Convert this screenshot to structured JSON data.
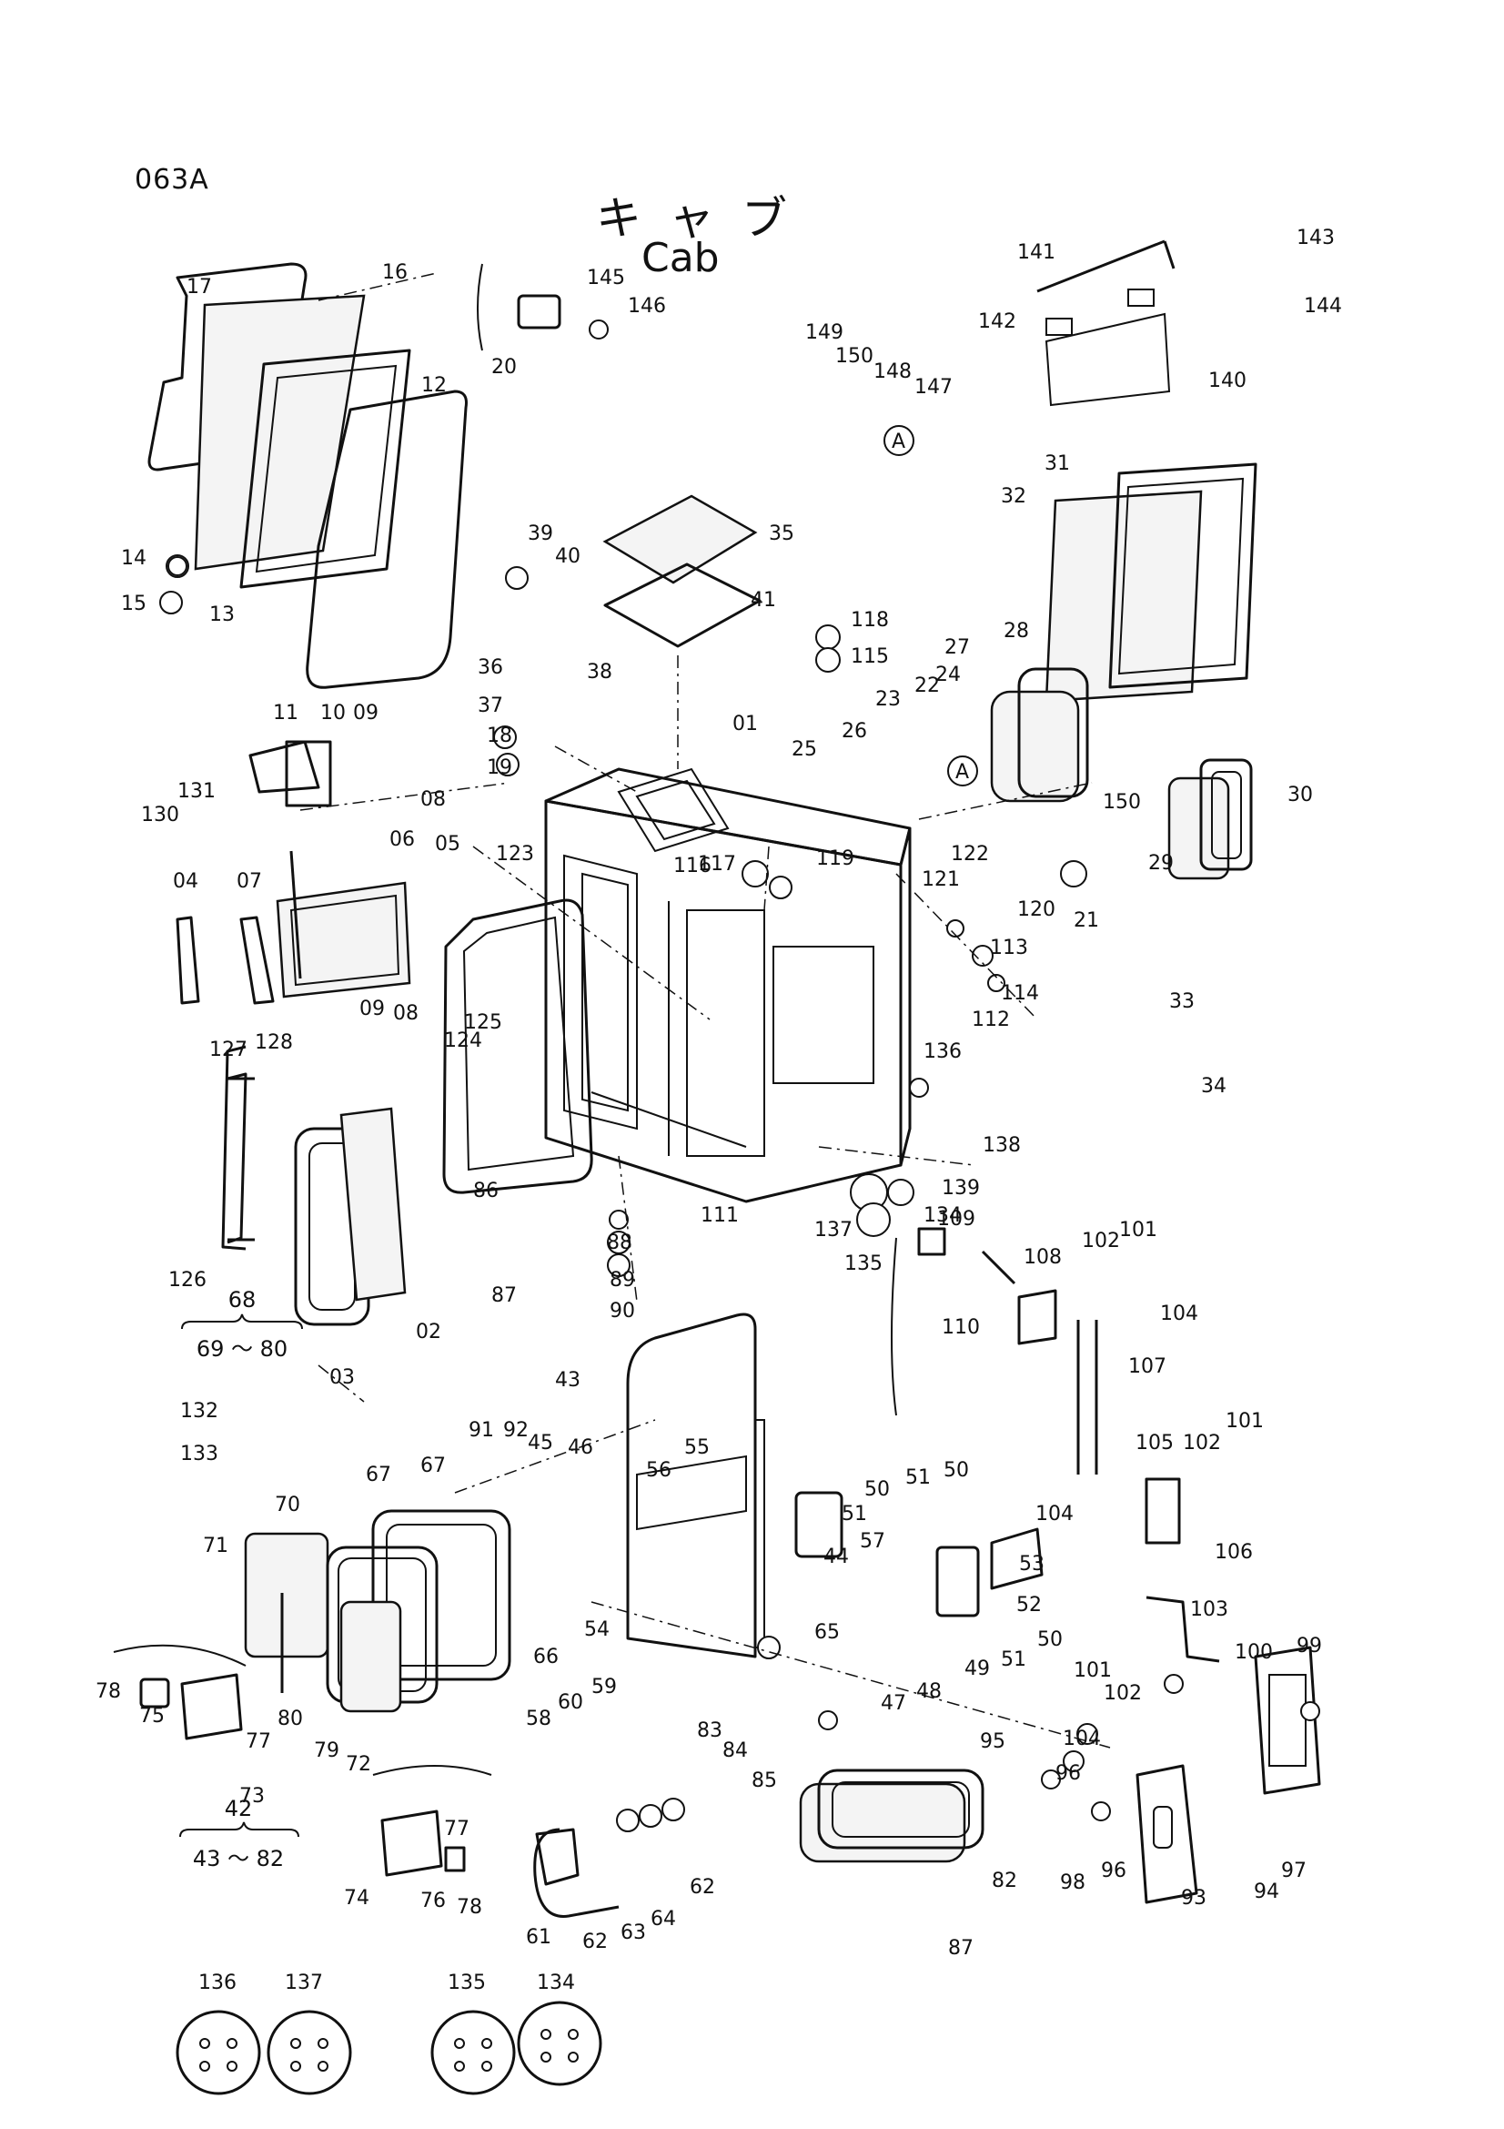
{
  "header": {
    "page_code": "063A",
    "title_jp": "キャブ",
    "title_en": "Cab"
  },
  "groups": [
    {
      "id": "68",
      "range": "69 ～ 80"
    },
    {
      "id": "42",
      "range": "43 ～ 82"
    }
  ],
  "callouts": [
    {
      "id": "c17",
      "text": "17"
    },
    {
      "id": "c16",
      "text": "16"
    },
    {
      "id": "c12",
      "text": "12"
    },
    {
      "id": "c20",
      "text": "20"
    },
    {
      "id": "c14",
      "text": "14"
    },
    {
      "id": "c15",
      "text": "15"
    },
    {
      "id": "c13",
      "text": "13"
    },
    {
      "id": "c145",
      "text": "145"
    },
    {
      "id": "c146",
      "text": "146"
    },
    {
      "id": "c141",
      "text": "141"
    },
    {
      "id": "c143",
      "text": "143"
    },
    {
      "id": "c144",
      "text": "144"
    },
    {
      "id": "c142",
      "text": "142"
    },
    {
      "id": "c140",
      "text": "140"
    },
    {
      "id": "c149",
      "text": "149"
    },
    {
      "id": "c150a",
      "text": "150"
    },
    {
      "id": "c148",
      "text": "148"
    },
    {
      "id": "c147",
      "text": "147"
    },
    {
      "id": "cA1",
      "text": "A"
    },
    {
      "id": "c31",
      "text": "31"
    },
    {
      "id": "c32",
      "text": "32"
    },
    {
      "id": "c35",
      "text": "35"
    },
    {
      "id": "c39",
      "text": "39"
    },
    {
      "id": "c40",
      "text": "40"
    },
    {
      "id": "c41",
      "text": "41"
    },
    {
      "id": "c38",
      "text": "38"
    },
    {
      "id": "c118",
      "text": "118"
    },
    {
      "id": "c115",
      "text": "115"
    },
    {
      "id": "c27",
      "text": "27"
    },
    {
      "id": "c28",
      "text": "28"
    },
    {
      "id": "c36",
      "text": "36"
    },
    {
      "id": "c37",
      "text": "37"
    },
    {
      "id": "c22",
      "text": "22"
    },
    {
      "id": "c24",
      "text": "24"
    },
    {
      "id": "c23",
      "text": "23"
    },
    {
      "id": "c26",
      "text": "26"
    },
    {
      "id": "c25",
      "text": "25"
    },
    {
      "id": "cA2",
      "text": "A"
    },
    {
      "id": "c01",
      "text": "01"
    },
    {
      "id": "c11",
      "text": "11"
    },
    {
      "id": "c10",
      "text": "10"
    },
    {
      "id": "c09a",
      "text": "09"
    },
    {
      "id": "c18",
      "text": "18"
    },
    {
      "id": "c19",
      "text": "19"
    },
    {
      "id": "c08a",
      "text": "08"
    },
    {
      "id": "c131",
      "text": "131"
    },
    {
      "id": "c130",
      "text": "130"
    },
    {
      "id": "c150b",
      "text": "150"
    },
    {
      "id": "c30",
      "text": "30"
    },
    {
      "id": "c29",
      "text": "29"
    },
    {
      "id": "c06",
      "text": "06"
    },
    {
      "id": "c05",
      "text": "05"
    },
    {
      "id": "c123",
      "text": "123"
    },
    {
      "id": "c117",
      "text": "117"
    },
    {
      "id": "c116",
      "text": "116"
    },
    {
      "id": "c119",
      "text": "119"
    },
    {
      "id": "c04",
      "text": "04"
    },
    {
      "id": "c07",
      "text": "07"
    },
    {
      "id": "c122",
      "text": "122"
    },
    {
      "id": "c121",
      "text": "121"
    },
    {
      "id": "c120",
      "text": "120"
    },
    {
      "id": "c21",
      "text": "21"
    },
    {
      "id": "c113",
      "text": "113"
    },
    {
      "id": "c114",
      "text": "114"
    },
    {
      "id": "c112",
      "text": "112"
    },
    {
      "id": "c33",
      "text": "33"
    },
    {
      "id": "c09b",
      "text": "09"
    },
    {
      "id": "c08b",
      "text": "08"
    },
    {
      "id": "c125",
      "text": "125"
    },
    {
      "id": "c124",
      "text": "124"
    },
    {
      "id": "c136a",
      "text": "136"
    },
    {
      "id": "c34",
      "text": "34"
    },
    {
      "id": "c127",
      "text": "127"
    },
    {
      "id": "c128",
      "text": "128"
    },
    {
      "id": "c138",
      "text": "138"
    },
    {
      "id": "c139",
      "text": "139"
    },
    {
      "id": "c86",
      "text": "86"
    },
    {
      "id": "c111",
      "text": "111"
    },
    {
      "id": "c137a",
      "text": "137"
    },
    {
      "id": "c134a",
      "text": "134"
    },
    {
      "id": "c135a",
      "text": "135"
    },
    {
      "id": "c109",
      "text": "109"
    },
    {
      "id": "c88",
      "text": "88"
    },
    {
      "id": "c102a",
      "text": "102"
    },
    {
      "id": "c101a",
      "text": "101"
    },
    {
      "id": "c108",
      "text": "108"
    },
    {
      "id": "c126",
      "text": "126"
    },
    {
      "id": "c87a",
      "text": "87"
    },
    {
      "id": "c89",
      "text": "89"
    },
    {
      "id": "c90",
      "text": "90"
    },
    {
      "id": "c104a",
      "text": "104"
    },
    {
      "id": "c02",
      "text": "02"
    },
    {
      "id": "c110",
      "text": "110"
    },
    {
      "id": "c107",
      "text": "107"
    },
    {
      "id": "c03",
      "text": "03"
    },
    {
      "id": "c43",
      "text": "43"
    },
    {
      "id": "c132",
      "text": "132"
    },
    {
      "id": "c133",
      "text": "133"
    },
    {
      "id": "c91",
      "text": "91"
    },
    {
      "id": "c92",
      "text": "92"
    },
    {
      "id": "c45",
      "text": "45"
    },
    {
      "id": "c46",
      "text": "46"
    },
    {
      "id": "c55",
      "text": "55"
    },
    {
      "id": "c56",
      "text": "56"
    },
    {
      "id": "c50a",
      "text": "50"
    },
    {
      "id": "c51a",
      "text": "51"
    },
    {
      "id": "c50b",
      "text": "50"
    },
    {
      "id": "c105",
      "text": "105"
    },
    {
      "id": "c102b",
      "text": "102"
    },
    {
      "id": "c101b",
      "text": "101"
    },
    {
      "id": "c67a",
      "text": "67"
    },
    {
      "id": "c67b",
      "text": "67"
    },
    {
      "id": "c51b",
      "text": "51"
    },
    {
      "id": "c104b",
      "text": "104"
    },
    {
      "id": "c70",
      "text": "70"
    },
    {
      "id": "c57",
      "text": "57"
    },
    {
      "id": "c44",
      "text": "44"
    },
    {
      "id": "c53",
      "text": "53"
    },
    {
      "id": "c71",
      "text": "71"
    },
    {
      "id": "c106",
      "text": "106"
    },
    {
      "id": "c52",
      "text": "52"
    },
    {
      "id": "c103",
      "text": "103"
    },
    {
      "id": "c66",
      "text": "66"
    },
    {
      "id": "c54",
      "text": "54"
    },
    {
      "id": "c65",
      "text": "65"
    },
    {
      "id": "c50c",
      "text": "50"
    },
    {
      "id": "c51c",
      "text": "51"
    },
    {
      "id": "c49",
      "text": "49"
    },
    {
      "id": "c48",
      "text": "48"
    },
    {
      "id": "c47",
      "text": "47"
    },
    {
      "id": "c101c",
      "text": "101"
    },
    {
      "id": "c102c",
      "text": "102"
    },
    {
      "id": "c100",
      "text": "100"
    },
    {
      "id": "c99",
      "text": "99"
    },
    {
      "id": "c78a",
      "text": "78"
    },
    {
      "id": "c75",
      "text": "75"
    },
    {
      "id": "c77a",
      "text": "77"
    },
    {
      "id": "c80",
      "text": "80"
    },
    {
      "id": "c79",
      "text": "79"
    },
    {
      "id": "c72",
      "text": "72"
    },
    {
      "id": "c73",
      "text": "73"
    },
    {
      "id": "c59",
      "text": "59"
    },
    {
      "id": "c58",
      "text": "58"
    },
    {
      "id": "c60",
      "text": "60"
    },
    {
      "id": "c83",
      "text": "83"
    },
    {
      "id": "c84",
      "text": "84"
    },
    {
      "id": "c85",
      "text": "85"
    },
    {
      "id": "c104c",
      "text": "104"
    },
    {
      "id": "c95",
      "text": "95"
    },
    {
      "id": "c96a",
      "text": "96"
    },
    {
      "id": "c96b",
      "text": "96"
    },
    {
      "id": "c98",
      "text": "98"
    },
    {
      "id": "c93",
      "text": "93"
    },
    {
      "id": "c94",
      "text": "94"
    },
    {
      "id": "c97",
      "text": "97"
    },
    {
      "id": "c77b",
      "text": "77"
    },
    {
      "id": "c74",
      "text": "74"
    },
    {
      "id": "c76",
      "text": "76"
    },
    {
      "id": "c78b",
      "text": "78"
    },
    {
      "id": "c61",
      "text": "61"
    },
    {
      "id": "c62a",
      "text": "62"
    },
    {
      "id": "c63",
      "text": "63"
    },
    {
      "id": "c64",
      "text": "64"
    },
    {
      "id": "c62b",
      "text": "62"
    },
    {
      "id": "c82",
      "text": "82"
    },
    {
      "id": "c87b",
      "text": "87"
    },
    {
      "id": "c136b",
      "text": "136"
    },
    {
      "id": "c137b",
      "text": "137"
    },
    {
      "id": "c135b",
      "text": "135"
    },
    {
      "id": "c134b",
      "text": "134"
    }
  ]
}
